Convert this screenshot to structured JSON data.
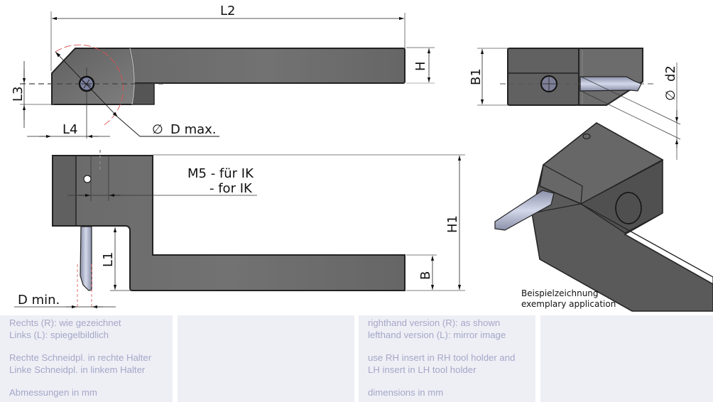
{
  "drawing": {
    "dimensions": {
      "L2": "L2",
      "H": "H",
      "L3": "L3",
      "L4": "L4",
      "D_max": "D max.",
      "diameter_symbol": "∅",
      "B1": "B1",
      "d2": "d2",
      "M5_de": "M5 - für IK",
      "M5_en": "- for IK",
      "H1": "H1",
      "L1": "L1",
      "B": "B",
      "D_min": "D min."
    },
    "isometric_caption": {
      "line1": "Beispielzeichnung",
      "line2": "exemplary application"
    },
    "colors": {
      "body": "#5f5f5f",
      "body_light": "#7a7a7a",
      "insert": "#b8bfd6",
      "dim_line": "#222222",
      "radius_arc": "#e05050"
    }
  },
  "panels": {
    "german": {
      "lines_block1": [
        "Rechts (R): wie gezeichnet",
        "Links (L): spiegelbildlich"
      ],
      "lines_block2": [
        "Rechte Schneidpl. in rechte Halter",
        "Linke Schneidpl. in linkem Halter"
      ],
      "lines_block3": [
        "Abmessungen in mm"
      ]
    },
    "english": {
      "lines_block1": [
        "righthand version (R): as shown",
        "lefthand version (L): mirror image"
      ],
      "lines_block2": [
        "use RH insert in RH tool holder and",
        "LH insert in LH tool holder"
      ],
      "lines_block3": [
        "dimensions in mm"
      ]
    }
  }
}
